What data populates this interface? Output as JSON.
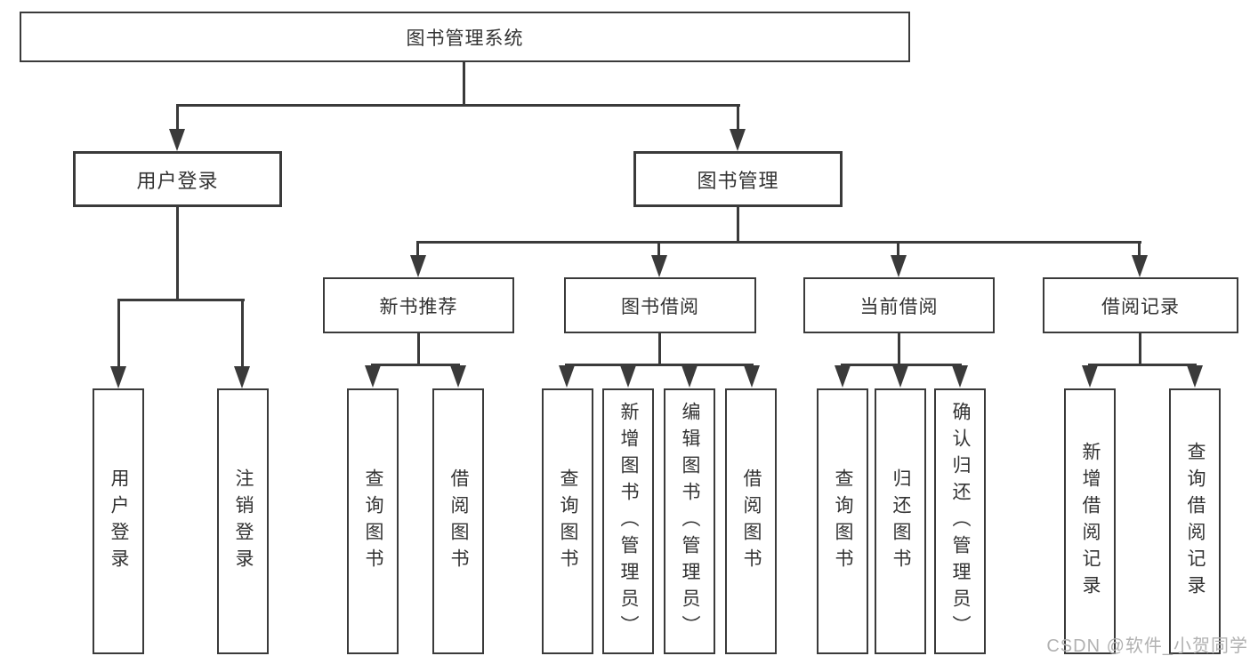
{
  "page": {
    "watermark": "CSDN @软件_小贺同学"
  },
  "colors": {
    "line": "#3a3a3a",
    "text": "#333333",
    "watermark": "#b1b1b1",
    "background": "#ffffff"
  },
  "tree": {
    "root": {
      "label": "图书管理系统"
    },
    "branches": [
      {
        "label": "用户登录",
        "children": [
          {
            "label": "用户登录"
          },
          {
            "label": "注销登录"
          }
        ]
      },
      {
        "label": "图书管理",
        "children": [
          {
            "label": "新书推荐",
            "children": [
              {
                "label": "查询图书"
              },
              {
                "label": "借阅图书"
              }
            ]
          },
          {
            "label": "图书借阅",
            "children": [
              {
                "label": "查询图书"
              },
              {
                "label": "新增图书（管理员）"
              },
              {
                "label": "编辑图书（管理员）"
              },
              {
                "label": "借阅图书"
              }
            ]
          },
          {
            "label": "当前借阅",
            "children": [
              {
                "label": "查询图书"
              },
              {
                "label": "归还图书"
              },
              {
                "label": "确认归还（管理员）"
              }
            ]
          },
          {
            "label": "借阅记录",
            "children": [
              {
                "label": "新增借阅记录"
              },
              {
                "label": "查询借阅记录"
              }
            ]
          }
        ]
      }
    ]
  }
}
